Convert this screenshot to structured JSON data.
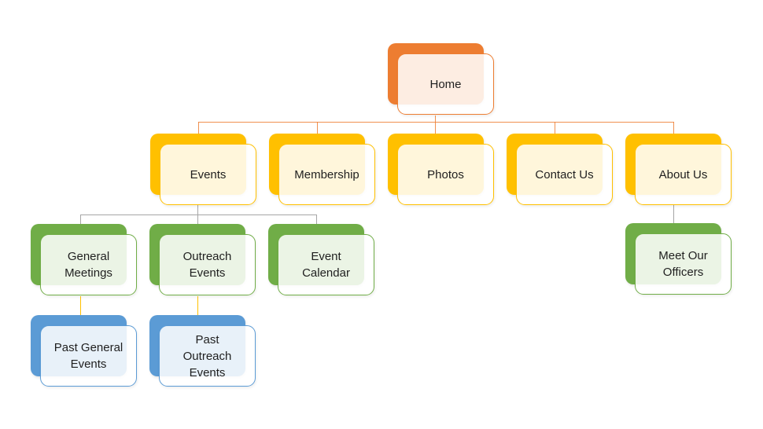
{
  "diagram": {
    "type": "site-map-hierarchy",
    "colors": {
      "orange": "#ED7D31",
      "yellow": "#FFC000",
      "green": "#70AD47",
      "blue": "#5B9BD5",
      "gray_line": "#A6A6A6",
      "text": "#1F1F1F"
    },
    "nodes": {
      "home": {
        "label": "Home",
        "color": "orange",
        "parent": null
      },
      "events": {
        "label": "Events",
        "color": "yellow",
        "parent": "Home"
      },
      "membership": {
        "label": "Membership",
        "color": "yellow",
        "parent": "Home"
      },
      "photos": {
        "label": "Photos",
        "color": "yellow",
        "parent": "Home"
      },
      "contact_us": {
        "label": "Contact Us",
        "color": "yellow",
        "parent": "Home"
      },
      "about_us": {
        "label": "About Us",
        "color": "yellow",
        "parent": "Home"
      },
      "general_meetings": {
        "label": "General Meetings",
        "color": "green",
        "parent": "Events"
      },
      "outreach_events": {
        "label": "Outreach Events",
        "color": "green",
        "parent": "Events"
      },
      "event_calendar": {
        "label": "Event Calendar",
        "color": "green",
        "parent": "Events"
      },
      "meet_our_officers": {
        "label": "Meet Our Officers",
        "color": "green",
        "parent": "About Us"
      },
      "past_general_events": {
        "label": "Past General Events",
        "color": "blue",
        "parent": "General Meetings"
      },
      "past_outreach_events": {
        "label": "Past Outreach Events",
        "color": "blue",
        "parent": "Outreach Events"
      }
    }
  }
}
